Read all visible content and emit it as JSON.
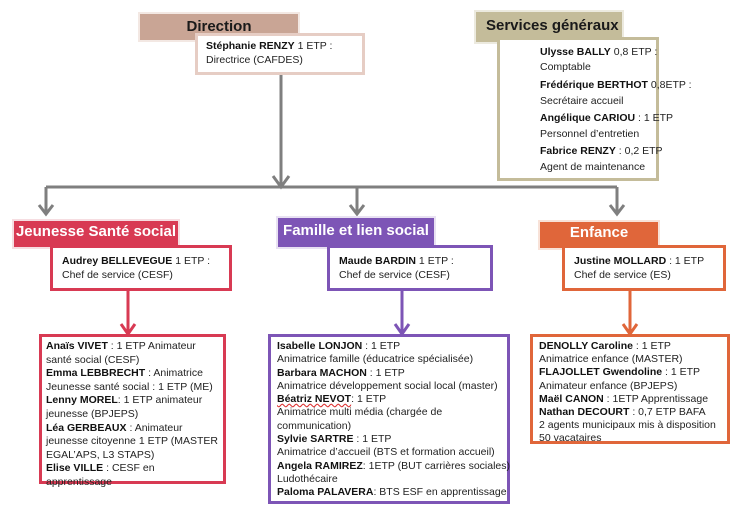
{
  "colors": {
    "direction": "#c9a595",
    "services": "#c4bc9a",
    "jeunesse": "#d83a53",
    "famille": "#7d55b6",
    "enfance": "#e0663a",
    "connector": "#7f7f7f"
  },
  "direction": {
    "title": "Direction",
    "staff": [
      {
        "name": "Stéphanie RENZY",
        "detail": " 1 ETP :",
        "role": "Directrice (CAFDES)"
      }
    ]
  },
  "services_generaux": {
    "title": "Services généraux",
    "staff": [
      {
        "name": "Ulysse BALLY",
        "detail": " 0,8 ETP :",
        "role": "Comptable"
      },
      {
        "name": "Frédérique BERTHOT",
        "detail": " 0,8ETP :",
        "role": "Secrétaire accueil"
      },
      {
        "name": "Angélique CARIOU",
        "detail": " : 1 ETP",
        "role": "Personnel d’entretien"
      },
      {
        "name": "Fabrice RENZY",
        "detail": " : 0,2 ETP",
        "role": "Agent de maintenance"
      }
    ]
  },
  "departments": [
    {
      "title": "Jeunesse Santé social",
      "chef": {
        "name": "Audrey BELLEVEGUE",
        "detail": " 1 ETP :",
        "role": "Chef de service (CESF)"
      },
      "team": [
        {
          "name": "Anaïs VIVET",
          "detail": " : 1 ETP Animateur santé social (CESF)"
        },
        {
          "name": "Emma LEBBRECHT",
          "detail": " : Animatrice Jeunesse santé social : 1 ETP (ME)"
        },
        {
          "name": "Lenny MOREL",
          "detail": ": 1 ETP animateur jeunesse (BPJEPS)"
        },
        {
          "name": "Léa GERBEAUX",
          "detail": " : Animateur jeunesse citoyenne 1 ETP (MASTER EGAL’APS, L3 STAPS)"
        },
        {
          "name": "Elise VILLE",
          "detail": " : CESF en apprentissage"
        }
      ]
    },
    {
      "title": "Famille et lien social",
      "chef": {
        "name": "Maude BARDIN",
        "detail": " 1 ETP :",
        "role": "Chef de service (CESF)"
      },
      "team": [
        {
          "name": "Isabelle LONJON",
          "detail": " : 1 ETP",
          "role": "Animatrice famille (éducatrice spécialisée)"
        },
        {
          "name": "Barbara MACHON",
          "detail": " : 1 ETP",
          "role": "Animatrice développement social local (master)"
        },
        {
          "name": "Béatriz NEVOT",
          "detail": ": 1 ETP",
          "role": "Animatrice multi média (chargée de communication)"
        },
        {
          "name": "Sylvie SARTRE",
          "detail": " : 1 ETP",
          "role": "Animatrice d’accueil (BTS et formation accueil)"
        },
        {
          "name": "Angela RAMIREZ",
          "detail": ": 1ETP (BUT carrières sociales)",
          "role": "Ludothécaire"
        },
        {
          "name": "Paloma PALAVERA",
          "detail": ": BTS ESF en apprentissage"
        }
      ]
    },
    {
      "title": "Enfance",
      "chef": {
        "name": "Justine MOLLARD",
        "detail": " : 1 ETP",
        "role": "Chef de service (ES)"
      },
      "team": [
        {
          "name": "DENOLLY Caroline",
          "detail": " : 1 ETP Animatrice enfance (MASTER)"
        },
        {
          "name": "FLAJOLLET Gwendoline",
          "detail": " : 1 ETP Animateur enfance (BPJEPS)"
        },
        {
          "name": "Maël CANON",
          "detail": " : 1ETP Apprentissage"
        },
        {
          "name": "Nathan DECOURT",
          "detail": " : 0,7 ETP BAFA"
        },
        {
          "name": "",
          "detail": "2 agents municipaux mis à disposition"
        },
        {
          "name": "",
          "detail": "50 vacataires"
        }
      ]
    }
  ]
}
